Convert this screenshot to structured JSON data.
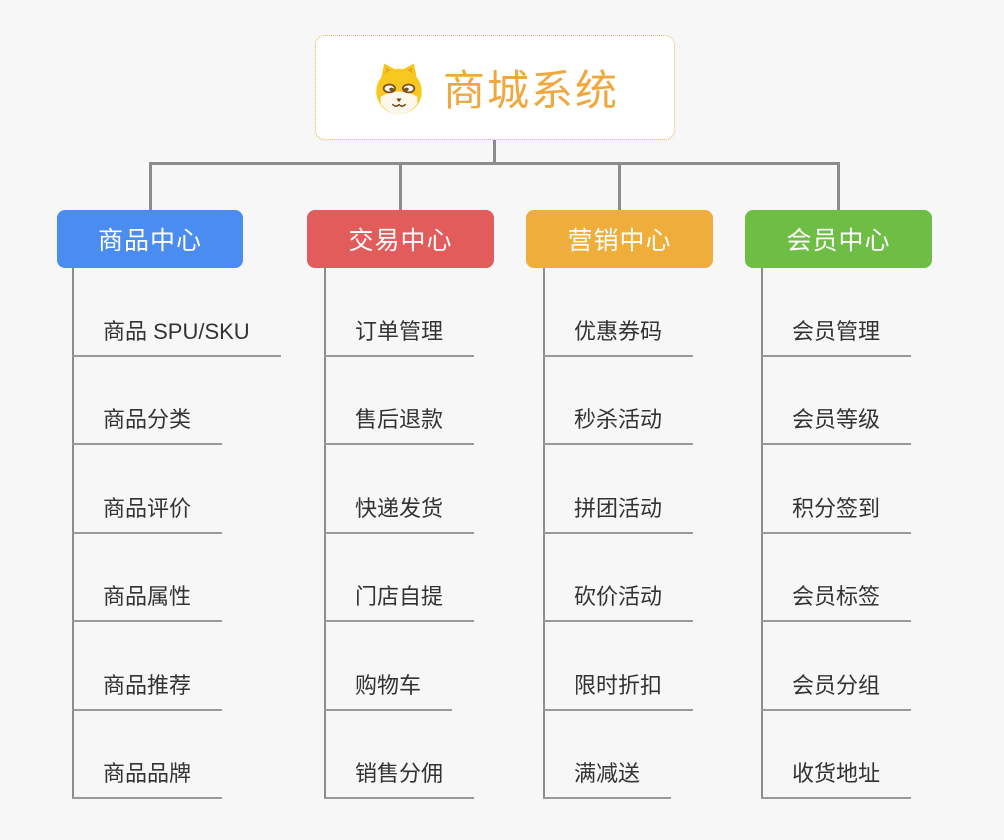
{
  "root": {
    "title": "商城系统",
    "icon": "doge-dog-icon"
  },
  "colors": {
    "background": "#F7F7F7",
    "connector": "#8C8C8C",
    "underline": "#999999",
    "leaf_text": "#333333",
    "root_title": "#F0A83E",
    "root_border": "#F0B054",
    "branch_product": "#4A8CF0",
    "branch_trade": "#E25C5C",
    "branch_marketing": "#EFAD3C",
    "branch_member": "#6EBE45"
  },
  "branches": [
    {
      "label": "商品中心",
      "color": "#4A8CF0",
      "children": [
        "商品 SPU/SKU",
        "商品分类",
        "商品评价",
        "商品属性",
        "商品推荐",
        "商品品牌"
      ]
    },
    {
      "label": "交易中心",
      "color": "#E25C5C",
      "children": [
        "订单管理",
        "售后退款",
        "快递发货",
        "门店自提",
        "购物车",
        "销售分佣"
      ]
    },
    {
      "label": "营销中心",
      "color": "#EFAD3C",
      "children": [
        "优惠券码",
        "秒杀活动",
        "拼团活动",
        "砍价活动",
        "限时折扣",
        "满减送"
      ]
    },
    {
      "label": "会员中心",
      "color": "#6EBE45",
      "children": [
        "会员管理",
        "会员等级",
        "积分签到",
        "会员标签",
        "会员分组",
        "收货地址"
      ]
    }
  ]
}
